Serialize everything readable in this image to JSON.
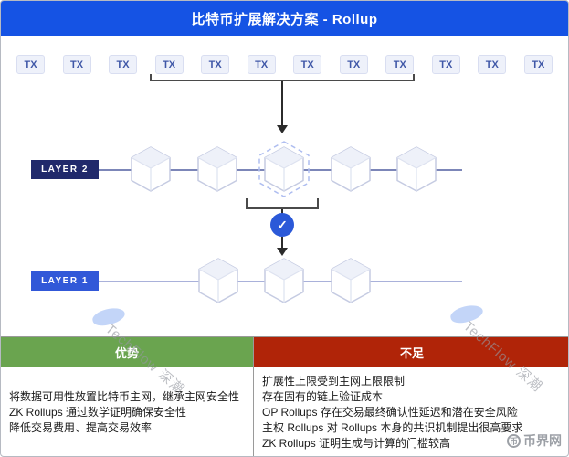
{
  "header": {
    "title": "比特币扩展解决方案 - Rollup"
  },
  "diagram": {
    "tx_label": "TX",
    "tx_count": 12,
    "layer2_label": "LAYER 2",
    "layer1_label": "LAYER 1",
    "check_icon": "✓",
    "layer2_block_count": 5,
    "layer1_block_count": 3
  },
  "watermark": {
    "text": "TechFlow 深潮"
  },
  "table": {
    "advantages_header": "优势",
    "disadvantages_header": "不足",
    "advantages": [
      "将数据可用性放置比特币主网，继承主网安全性",
      "ZK Rollups 通过数学证明确保安全性",
      "降低交易费用、提高交易效率"
    ],
    "disadvantages": [
      "扩展性上限受到主网上限限制",
      "存在固有的链上验证成本",
      "OP Rollups 存在交易最终确认性延迟和潜在安全风险",
      "主权 Rollups 对 Rollups 本身的共识机制提出很高要求",
      "ZK Rollups 证明生成与计算的门槛较高"
    ]
  },
  "footer": {
    "brand": "币界网",
    "brand_icon": "币"
  },
  "colors": {
    "header_blue": "#1553e4",
    "layer2_navy": "#20296b",
    "layer1_blue": "#3158d8",
    "check_blue": "#2b59d8",
    "advantage_green": "#6aa44f",
    "disadvantage_red": "#b02408"
  }
}
